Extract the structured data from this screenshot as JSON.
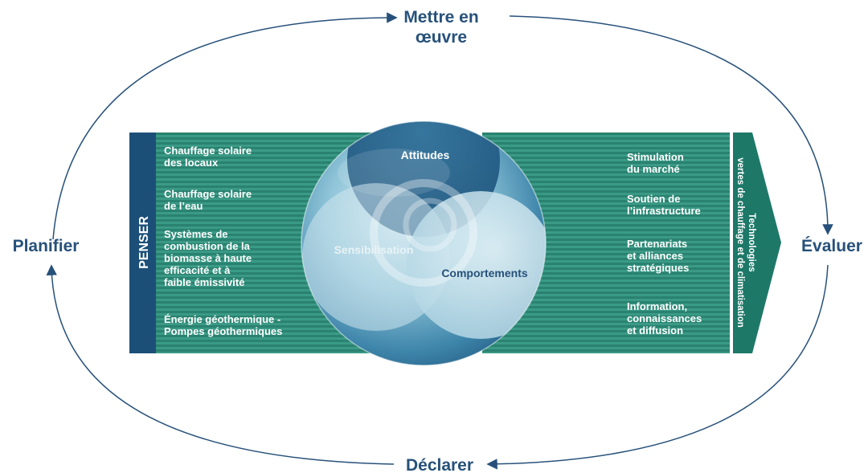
{
  "cycle": {
    "top_line1": "Mettre en",
    "top_line2": "œuvre",
    "left": "Planifier",
    "right": "Évaluer",
    "bottom": "Déclarer"
  },
  "left_band": {
    "header": "PENSER",
    "items": [
      [
        "Chauffage solaire",
        "des locaux"
      ],
      [
        "Chauffage solaire",
        "de l’eau"
      ],
      [
        "Systèmes de",
        "combustion de la",
        "biomasse à haute",
        "efficacité et à",
        "faible émissivité"
      ],
      [
        "Énergie géothermique -",
        "Pompes géothermiques"
      ]
    ]
  },
  "right_band": {
    "items": [
      [
        "Stimulation",
        "du marché"
      ],
      [
        "Soutien de",
        "l’infrastructure"
      ],
      [
        "Partenariats",
        "et alliances",
        "stratégiques"
      ],
      [
        "Information,",
        "connaissances",
        "et diffusion"
      ]
    ],
    "arrow_line1": "Technologies",
    "arrow_line2": "vertes de chauffage et de climatisation"
  },
  "circle": {
    "top": "Attitudes",
    "left": "Sensibilisation",
    "right": "Comportements"
  },
  "colors": {
    "dark_blue": "#1c4f78",
    "teal": "#2f8f7d",
    "teal_dark": "#1d7868",
    "cycle_text": "#27517a",
    "arrow_line": "#27517a"
  }
}
